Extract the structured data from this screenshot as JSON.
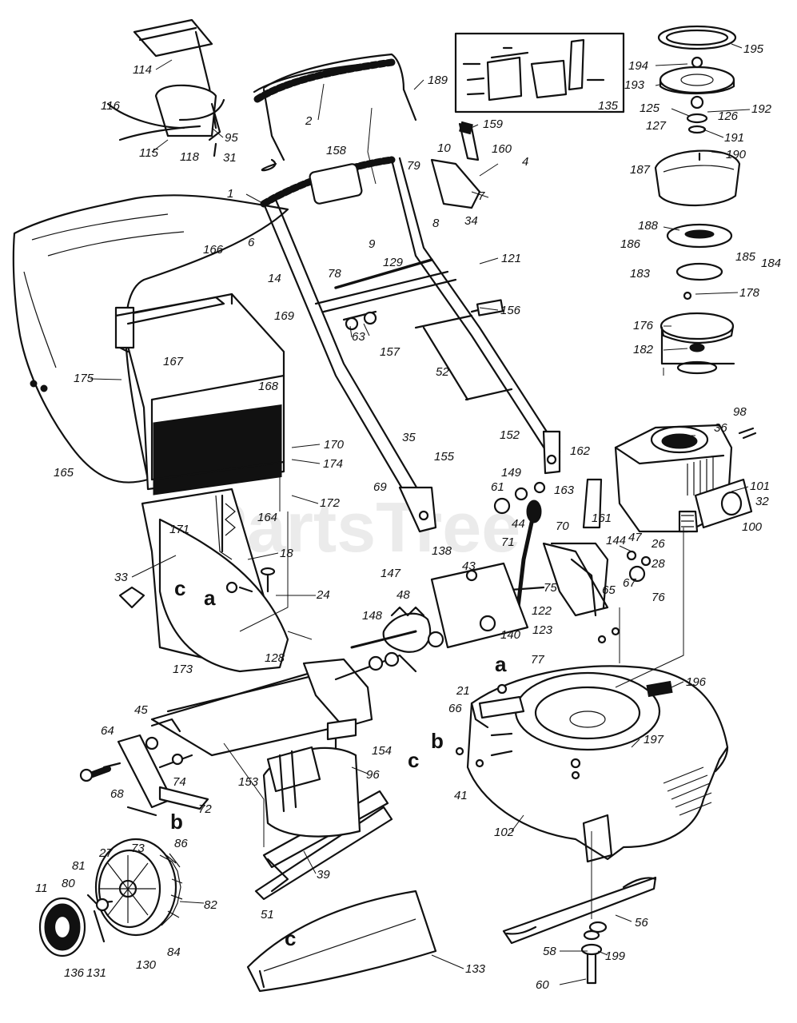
{
  "watermark": "PartsTree",
  "letter_markers": [
    "a",
    "b",
    "c"
  ],
  "inset_label": "135",
  "part_numbers": [
    "114",
    "116",
    "115",
    "118",
    "95",
    "31",
    "2",
    "189",
    "1",
    "6",
    "14",
    "158",
    "79",
    "10",
    "160",
    "4",
    "7",
    "159",
    "8",
    "34",
    "9",
    "129",
    "78",
    "121",
    "156",
    "63",
    "157",
    "52",
    "166",
    "169",
    "167",
    "175",
    "168",
    "165",
    "170",
    "174",
    "172",
    "171",
    "164",
    "33",
    "18",
    "24",
    "173",
    "35",
    "155",
    "69",
    "152",
    "162",
    "61",
    "149",
    "44",
    "70",
    "163",
    "161",
    "71",
    "144",
    "47",
    "26",
    "28",
    "76",
    "65",
    "67",
    "75",
    "43",
    "138",
    "147",
    "48",
    "122",
    "123",
    "140",
    "148",
    "128",
    "45",
    "64",
    "74",
    "72",
    "68",
    "73",
    "86",
    "27",
    "81",
    "80",
    "11",
    "136",
    "131",
    "130",
    "84",
    "82",
    "153",
    "96",
    "154",
    "39",
    "51",
    "133",
    "77",
    "21",
    "66",
    "197",
    "41",
    "102",
    "196",
    "56",
    "58",
    "60",
    "199",
    "98",
    "36",
    "101",
    "32",
    "100",
    "195",
    "194",
    "193",
    "125",
    "192",
    "126",
    "127",
    "191",
    "190",
    "187",
    "188",
    "186",
    "185",
    "184",
    "183",
    "178",
    "176",
    "182"
  ]
}
